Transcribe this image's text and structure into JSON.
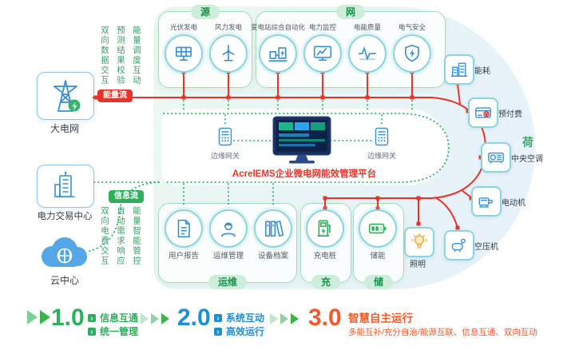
{
  "left_panel": {
    "nodes": [
      {
        "label": "大电网"
      },
      {
        "label": "电力交易中心"
      },
      {
        "label": "云中心"
      }
    ],
    "flow_labels": {
      "energy": "能量流",
      "info": "信息流"
    },
    "vtext_top": [
      "双向数据交互",
      "预测结果校验",
      "能量调度互动"
    ],
    "vtext_bottom": [
      "双向电费交互",
      "自动需求响应",
      "能量智能管控"
    ]
  },
  "groups": {
    "source": {
      "title": "源",
      "items": [
        {
          "label": "光伏发电"
        },
        {
          "label": "风力发电"
        }
      ]
    },
    "grid": {
      "title": "网",
      "items": [
        {
          "label": "变电站综合自动化"
        },
        {
          "label": "电力监控"
        },
        {
          "label": "电能质量"
        },
        {
          "label": "电气安全"
        }
      ]
    },
    "load": {
      "title": "荷",
      "items": [
        {
          "label": "能耗"
        },
        {
          "label": "预付费"
        },
        {
          "label": "中央空调"
        },
        {
          "label": "电动机"
        },
        {
          "label": "空压机"
        },
        {
          "label": "照明"
        }
      ]
    },
    "om": {
      "title": "运维",
      "items": [
        {
          "label": "用户报告"
        },
        {
          "label": "运维管理"
        },
        {
          "label": "设备档案"
        }
      ]
    },
    "charge": {
      "title": "充",
      "items": [
        {
          "label": "充电桩"
        }
      ]
    },
    "storage": {
      "title": "储",
      "items": [
        {
          "label": "储能"
        }
      ]
    }
  },
  "center": {
    "platform": "AcrelEMS企业微电网能效管理平台",
    "gateway_left": "边缘网关",
    "gateway_right": "边缘网关"
  },
  "legend": {
    "items": [
      {
        "version": "1.0",
        "lines": [
          "信息互通",
          "统一管理"
        ],
        "color": "#2fae5b"
      },
      {
        "version": "2.0",
        "lines": [
          "系统互动",
          "高效运行"
        ],
        "color": "#1e8ed8"
      },
      {
        "version": "3.0",
        "lines": [
          "智慧自主运行",
          "多能互补/充分自治/能源互联、信息互通、双向互动"
        ],
        "color": "#f15a2b"
      }
    ]
  },
  "colors": {
    "energy_flow": "#e8332a",
    "info_flow": "#2fae5b"
  }
}
